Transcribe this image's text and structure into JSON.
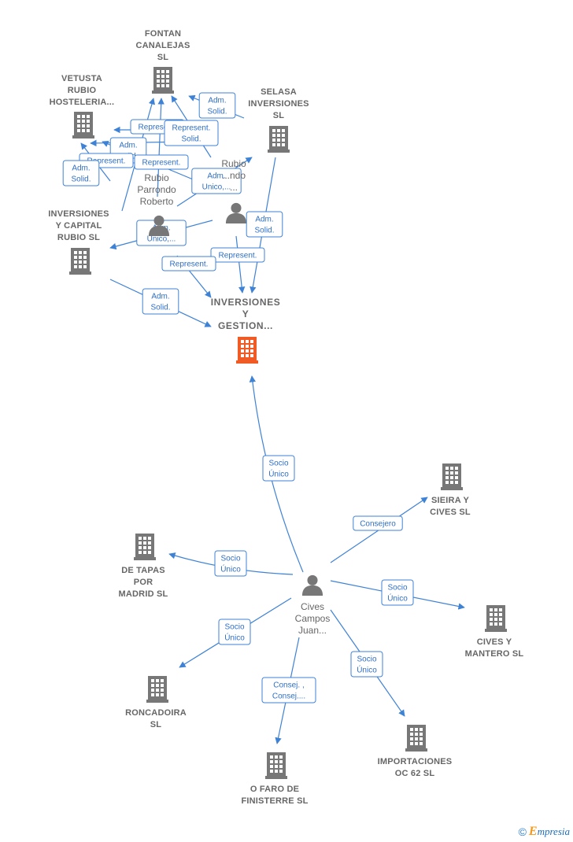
{
  "colors": {
    "edge": "#3e82d6",
    "company_icon": "#777777",
    "main_company_icon": "#f05a24",
    "person_icon": "#777777",
    "label": "#666666"
  },
  "nodes": [
    {
      "id": "fontan",
      "type": "company",
      "lines": [
        "FONTAN",
        "CANALEJAS",
        "SL"
      ]
    },
    {
      "id": "vetusta",
      "type": "company",
      "lines": [
        "VETUSTA",
        "RUBIO",
        "HOSTELERIA..."
      ]
    },
    {
      "id": "selasa",
      "type": "company",
      "lines": [
        "SELASA",
        "INVERSIONES",
        "SL"
      ]
    },
    {
      "id": "invcapital",
      "type": "company",
      "lines": [
        "INVERSIONES",
        "Y CAPITAL",
        "RUBIO  SL"
      ]
    },
    {
      "id": "main",
      "type": "main",
      "lines": [
        "INVERSIONES",
        "Y",
        "GESTION..."
      ]
    },
    {
      "id": "roberto",
      "type": "person",
      "lines": [
        "Rubio",
        "Parrondo",
        "Roberto"
      ]
    },
    {
      "id": "rubio2",
      "type": "person",
      "lines": [
        "Rubio",
        "...ndo",
        "..."
      ]
    },
    {
      "id": "cives",
      "type": "person",
      "lines": [
        "Cives",
        "Campos",
        "Juan..."
      ]
    },
    {
      "id": "sieira",
      "type": "company",
      "lines": [
        "SIEIRA Y",
        "CIVES  SL"
      ]
    },
    {
      "id": "detapas",
      "type": "company",
      "lines": [
        "DE TAPAS",
        "POR",
        "MADRID  SL"
      ]
    },
    {
      "id": "civesmantero",
      "type": "company",
      "lines": [
        "CIVES Y",
        "MANTERO SL"
      ]
    },
    {
      "id": "roncadoira",
      "type": "company",
      "lines": [
        "RONCADOIRA",
        "SL"
      ]
    },
    {
      "id": "importaciones",
      "type": "company",
      "lines": [
        "IMPORTACIONES",
        "OC 62  SL"
      ]
    },
    {
      "id": "ofaro",
      "type": "company",
      "lines": [
        "O FARO DE",
        "FINISTERRE SL"
      ]
    }
  ],
  "edge_labels": [
    {
      "id": "l1",
      "lines": [
        "Adm.",
        "Solid."
      ]
    },
    {
      "id": "l2",
      "lines": [
        "Represent."
      ]
    },
    {
      "id": "l3",
      "lines": [
        "Represent.",
        "Solid."
      ]
    },
    {
      "id": "l4",
      "lines": [
        "Adm.",
        "Solid."
      ]
    },
    {
      "id": "l5",
      "lines": [
        "Represent."
      ]
    },
    {
      "id": "l6",
      "lines": [
        "Represent."
      ]
    },
    {
      "id": "l7",
      "lines": [
        "Adm.",
        "Solid."
      ]
    },
    {
      "id": "l8",
      "lines": [
        "Adm.",
        "Unico,..."
      ]
    },
    {
      "id": "l9",
      "lines": [
        "Adm.",
        "Solid."
      ]
    },
    {
      "id": "l10",
      "lines": [
        "Adm.",
        "Unico,..."
      ]
    },
    {
      "id": "l11",
      "lines": [
        "Represent."
      ]
    },
    {
      "id": "l12",
      "lines": [
        "Represent."
      ]
    },
    {
      "id": "l13",
      "lines": [
        "Adm.",
        "Solid."
      ]
    },
    {
      "id": "l14",
      "lines": [
        "Socio",
        "Único"
      ]
    },
    {
      "id": "l15",
      "lines": [
        "Consejero"
      ]
    },
    {
      "id": "l16",
      "lines": [
        "Socio",
        "Único"
      ]
    },
    {
      "id": "l17",
      "lines": [
        "Socio",
        "Único"
      ]
    },
    {
      "id": "l18",
      "lines": [
        "Socio",
        "Único"
      ]
    },
    {
      "id": "l19",
      "lines": [
        "Socio",
        "Único"
      ]
    },
    {
      "id": "l20",
      "lines": [
        "Consej. ,",
        "Consej...."
      ]
    }
  ],
  "footer": {
    "copyright": "©",
    "brand_initial": "E",
    "brand_rest": "mpresia"
  }
}
